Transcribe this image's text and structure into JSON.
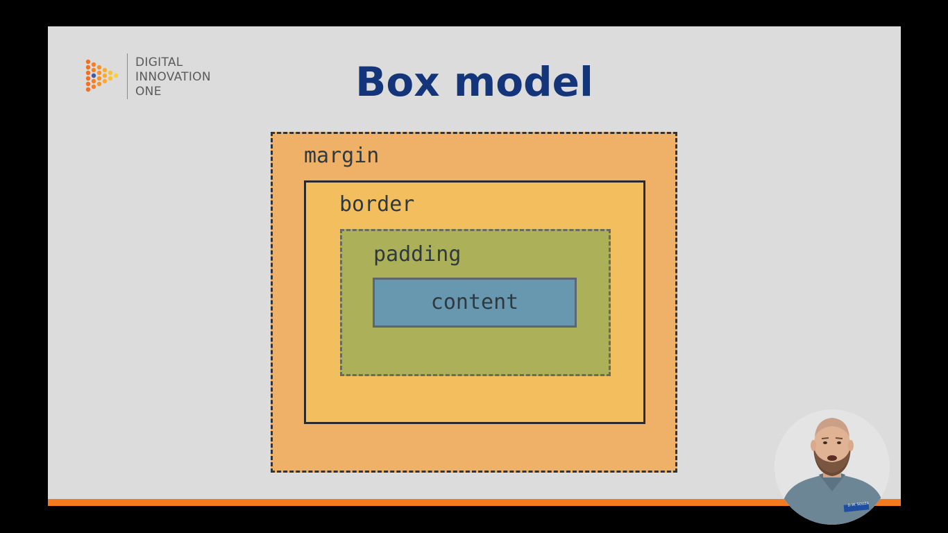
{
  "logo": {
    "icon": "digital-innovation-one-logo-icon",
    "lines": [
      "DIGITAL",
      "INNOVATION",
      "ONE"
    ]
  },
  "slide": {
    "title": "Box model"
  },
  "diagram": {
    "margin_label": "margin",
    "border_label": "border",
    "padding_label": "padding",
    "content_label": "content"
  },
  "presenter": {
    "icon": "presenter-webcam",
    "badge": "D.W. SOUZA"
  },
  "colors": {
    "title": "#14357a",
    "accent_bar": "#f47a20",
    "margin": "#efb068",
    "border": "#f3be5e",
    "padding": "#acb058",
    "content": "#6898b0"
  }
}
